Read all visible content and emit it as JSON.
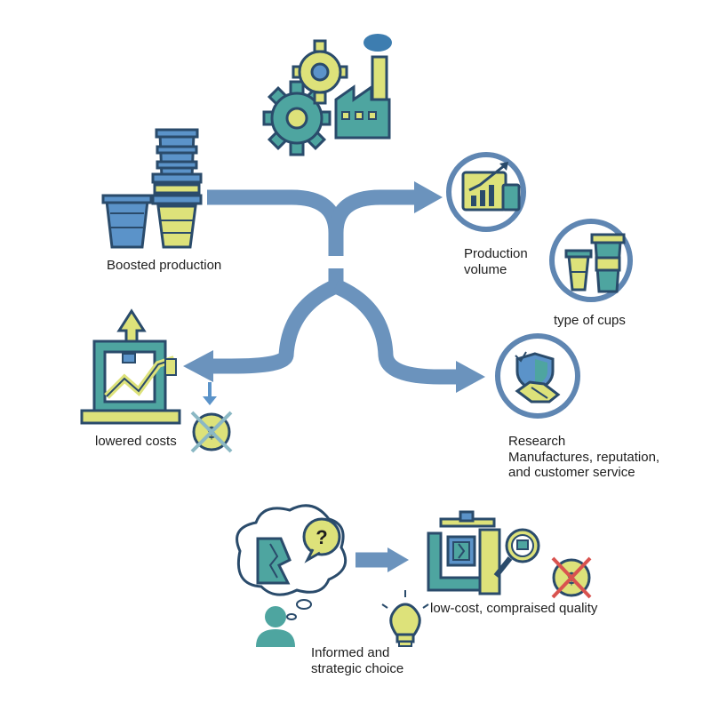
{
  "labels": {
    "boosted_production": "Boosted production",
    "production_volume": [
      "Production",
      "volume"
    ],
    "type_of_cups": "type of cups",
    "lowered_costs": "lowered costs",
    "research": [
      "Research",
      "Manufactures, reputation,",
      "and customer service"
    ],
    "low_cost_quality": "low-cost, compraised quality",
    "informed_choice": [
      "Informed and",
      "strategic choice"
    ]
  },
  "colors": {
    "flow": "#6b93bd",
    "teal": "#4ea5a0",
    "yellow": "#dde27a",
    "blue": "#5b93c9",
    "ring": "#5f86b2",
    "navy": "#2a4b6b",
    "cloud": "#3d7db0",
    "red": "#d9534f"
  },
  "icons": {
    "top": "factory-gears-icon",
    "cups": "cup-stack-icon",
    "volume": "growth-chart-icon",
    "cups_type": "cups-icon",
    "costs": "machine-cost-icon",
    "research": "shield-handshake-icon",
    "thinking": "thinking-person-icon",
    "quality": "press-machine-magnifier-icon",
    "idea": "lightbulb-icon"
  }
}
